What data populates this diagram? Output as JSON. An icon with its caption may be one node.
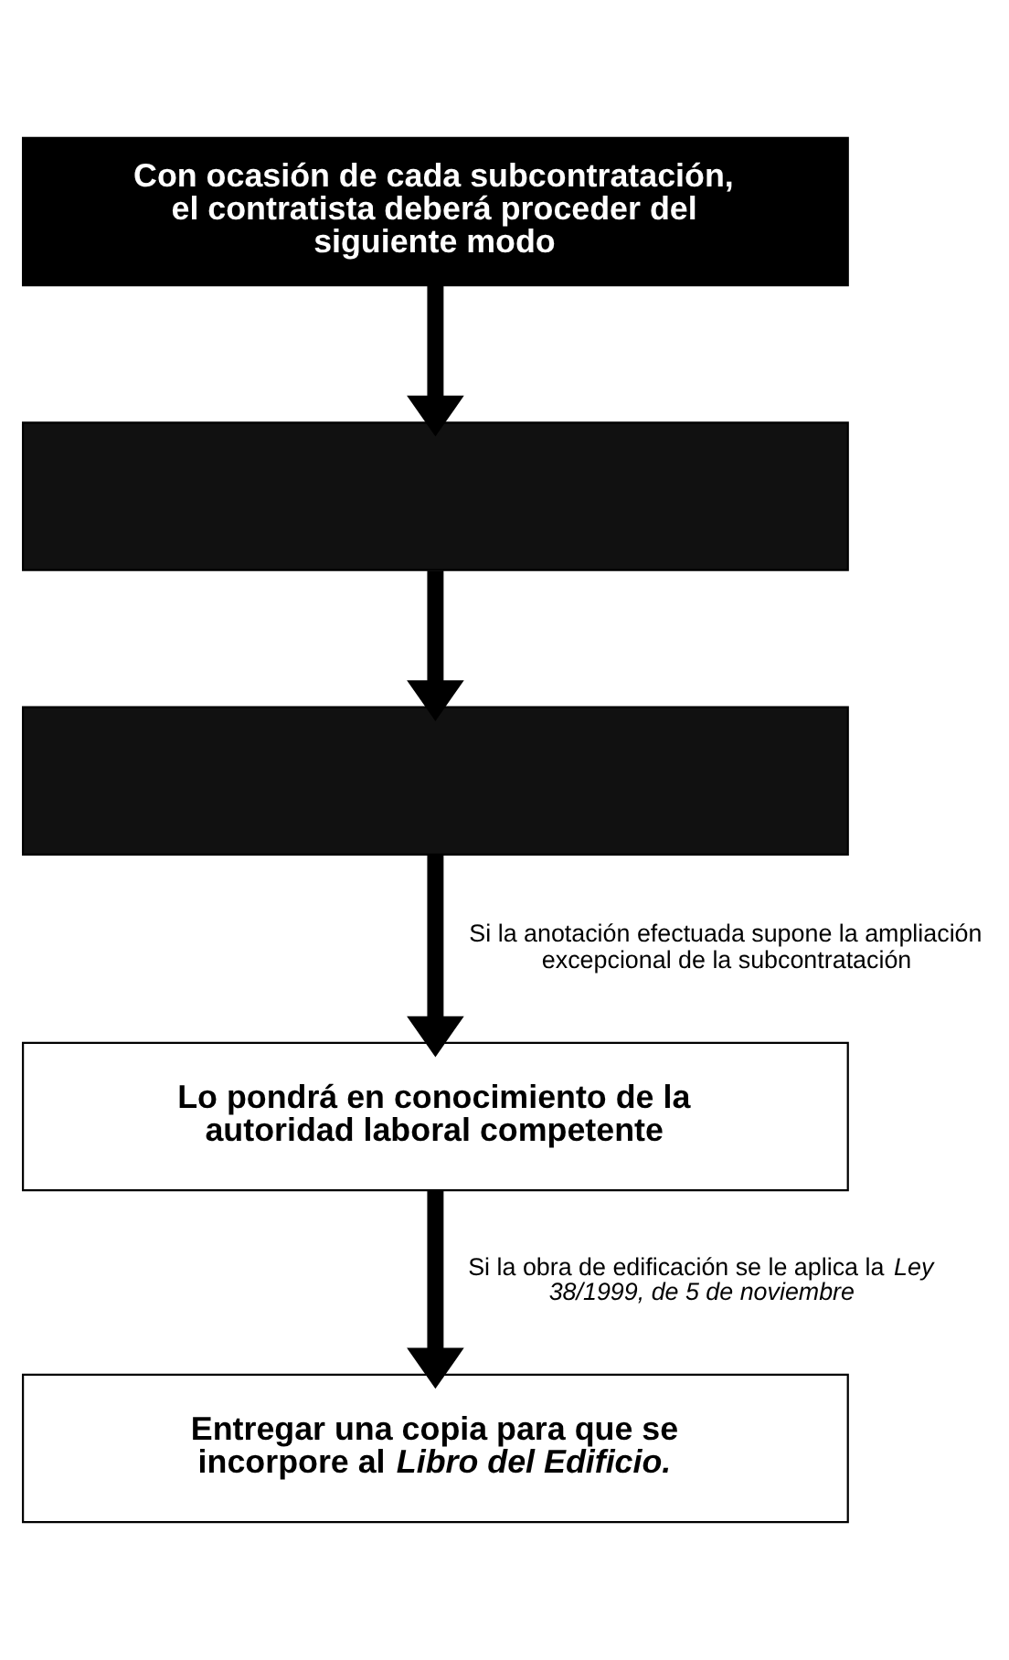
{
  "diagram": {
    "nodes": [
      {
        "text": [
          "Con ocasión de cada subcontratación, el contratista deberá proceder del siguiente modo"
        ]
      },
      {
        "text": [],
        "shape": "box"
      },
      {
        "text": [],
        "shape": "box"
      },
      {
        "text": [
          "Lo pondrá en conocimiento de la autoridad laboral competente"
        ]
      },
      {
        "text": [
          "Entregar una copia para que se incorpore al *Libro del Edificio.*"
        ]
      }
    ],
    "edges": [
      {
        "from": 0,
        "to": 1,
        "arrow": "to"
      },
      {
        "from": 1,
        "to": 2,
        "arrow": "to"
      },
      {
        "from": 2,
        "to": 3,
        "arrow": "to",
        "label": "Si la anotación efectuada supone la ampliación excepcional de la subcontratación"
      },
      {
        "from": 3,
        "to": 4,
        "arrow": "to",
        "label": "Si la obra de edificación se le aplica la *Ley 38/1999, de 5 de noviembre*"
      }
    ]
  }
}
